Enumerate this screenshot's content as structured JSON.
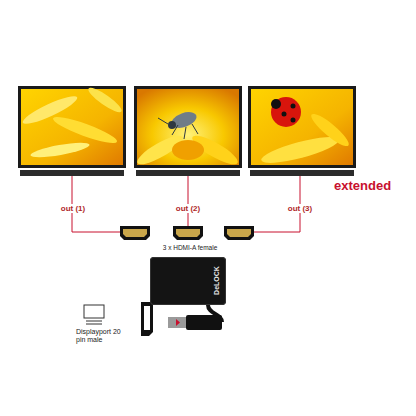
{
  "diagram": {
    "nodes": [
      {
        "text": [
          "DeLOCK"
        ]
      }
    ],
    "labels": [
      "extended",
      "out (1)",
      "out (2)",
      "out (3)",
      "3 x HDMI-A female",
      "Displayport 20 pin male"
    ]
  }
}
